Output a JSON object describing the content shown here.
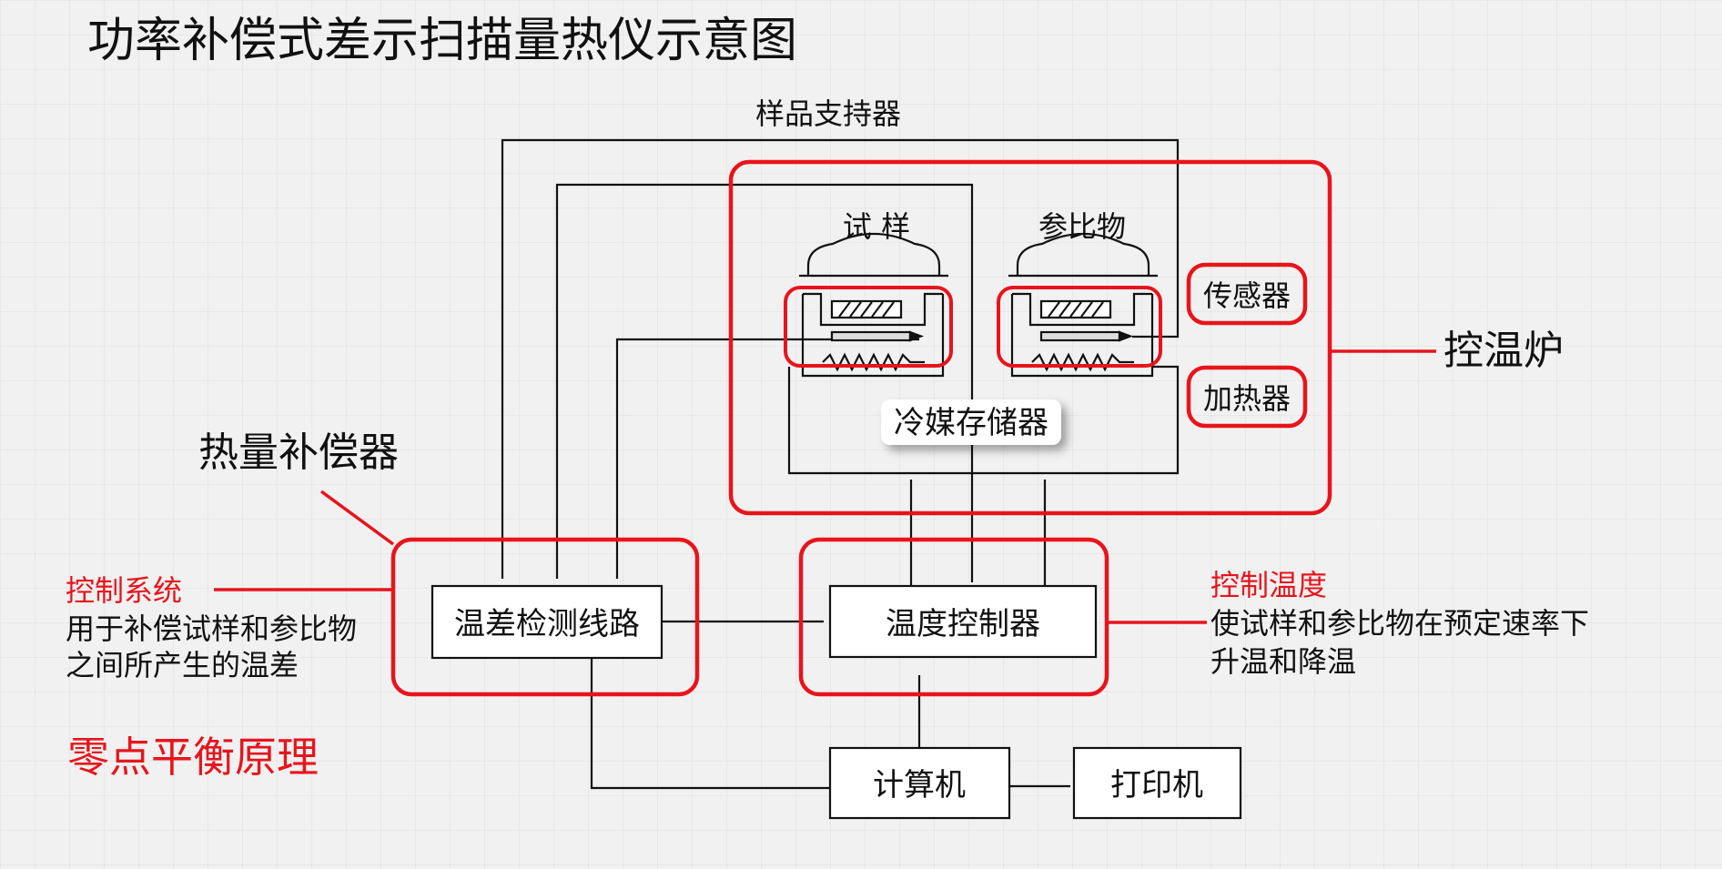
{
  "title": "功率补偿式差示扫描量热仪示意图",
  "labels": {
    "sample_holder": "样品支持器",
    "sample": "试 样",
    "reference": "参比物",
    "sensor": "传感器",
    "heater": "加热器",
    "furnace": "控温炉",
    "coolant": "冷媒存储器",
    "heat_compensator": "热量补偿器",
    "temp_diff_circuit": "温差检测线路",
    "temp_controller": "温度控制器",
    "computer": "计算机",
    "printer": "打印机",
    "zero_balance": "零点平衡原理"
  },
  "notes": {
    "control_system": {
      "title": "控制系统",
      "line1": "用于补偿试样和参比物",
      "line2": "之间所产生的温差"
    },
    "control_temp": {
      "title": "控制温度",
      "line1": "使试样和参比物在预定速率下",
      "line2": "升温和降温"
    }
  },
  "colors": {
    "accent": "#e8141c",
    "ink": "#111111"
  }
}
